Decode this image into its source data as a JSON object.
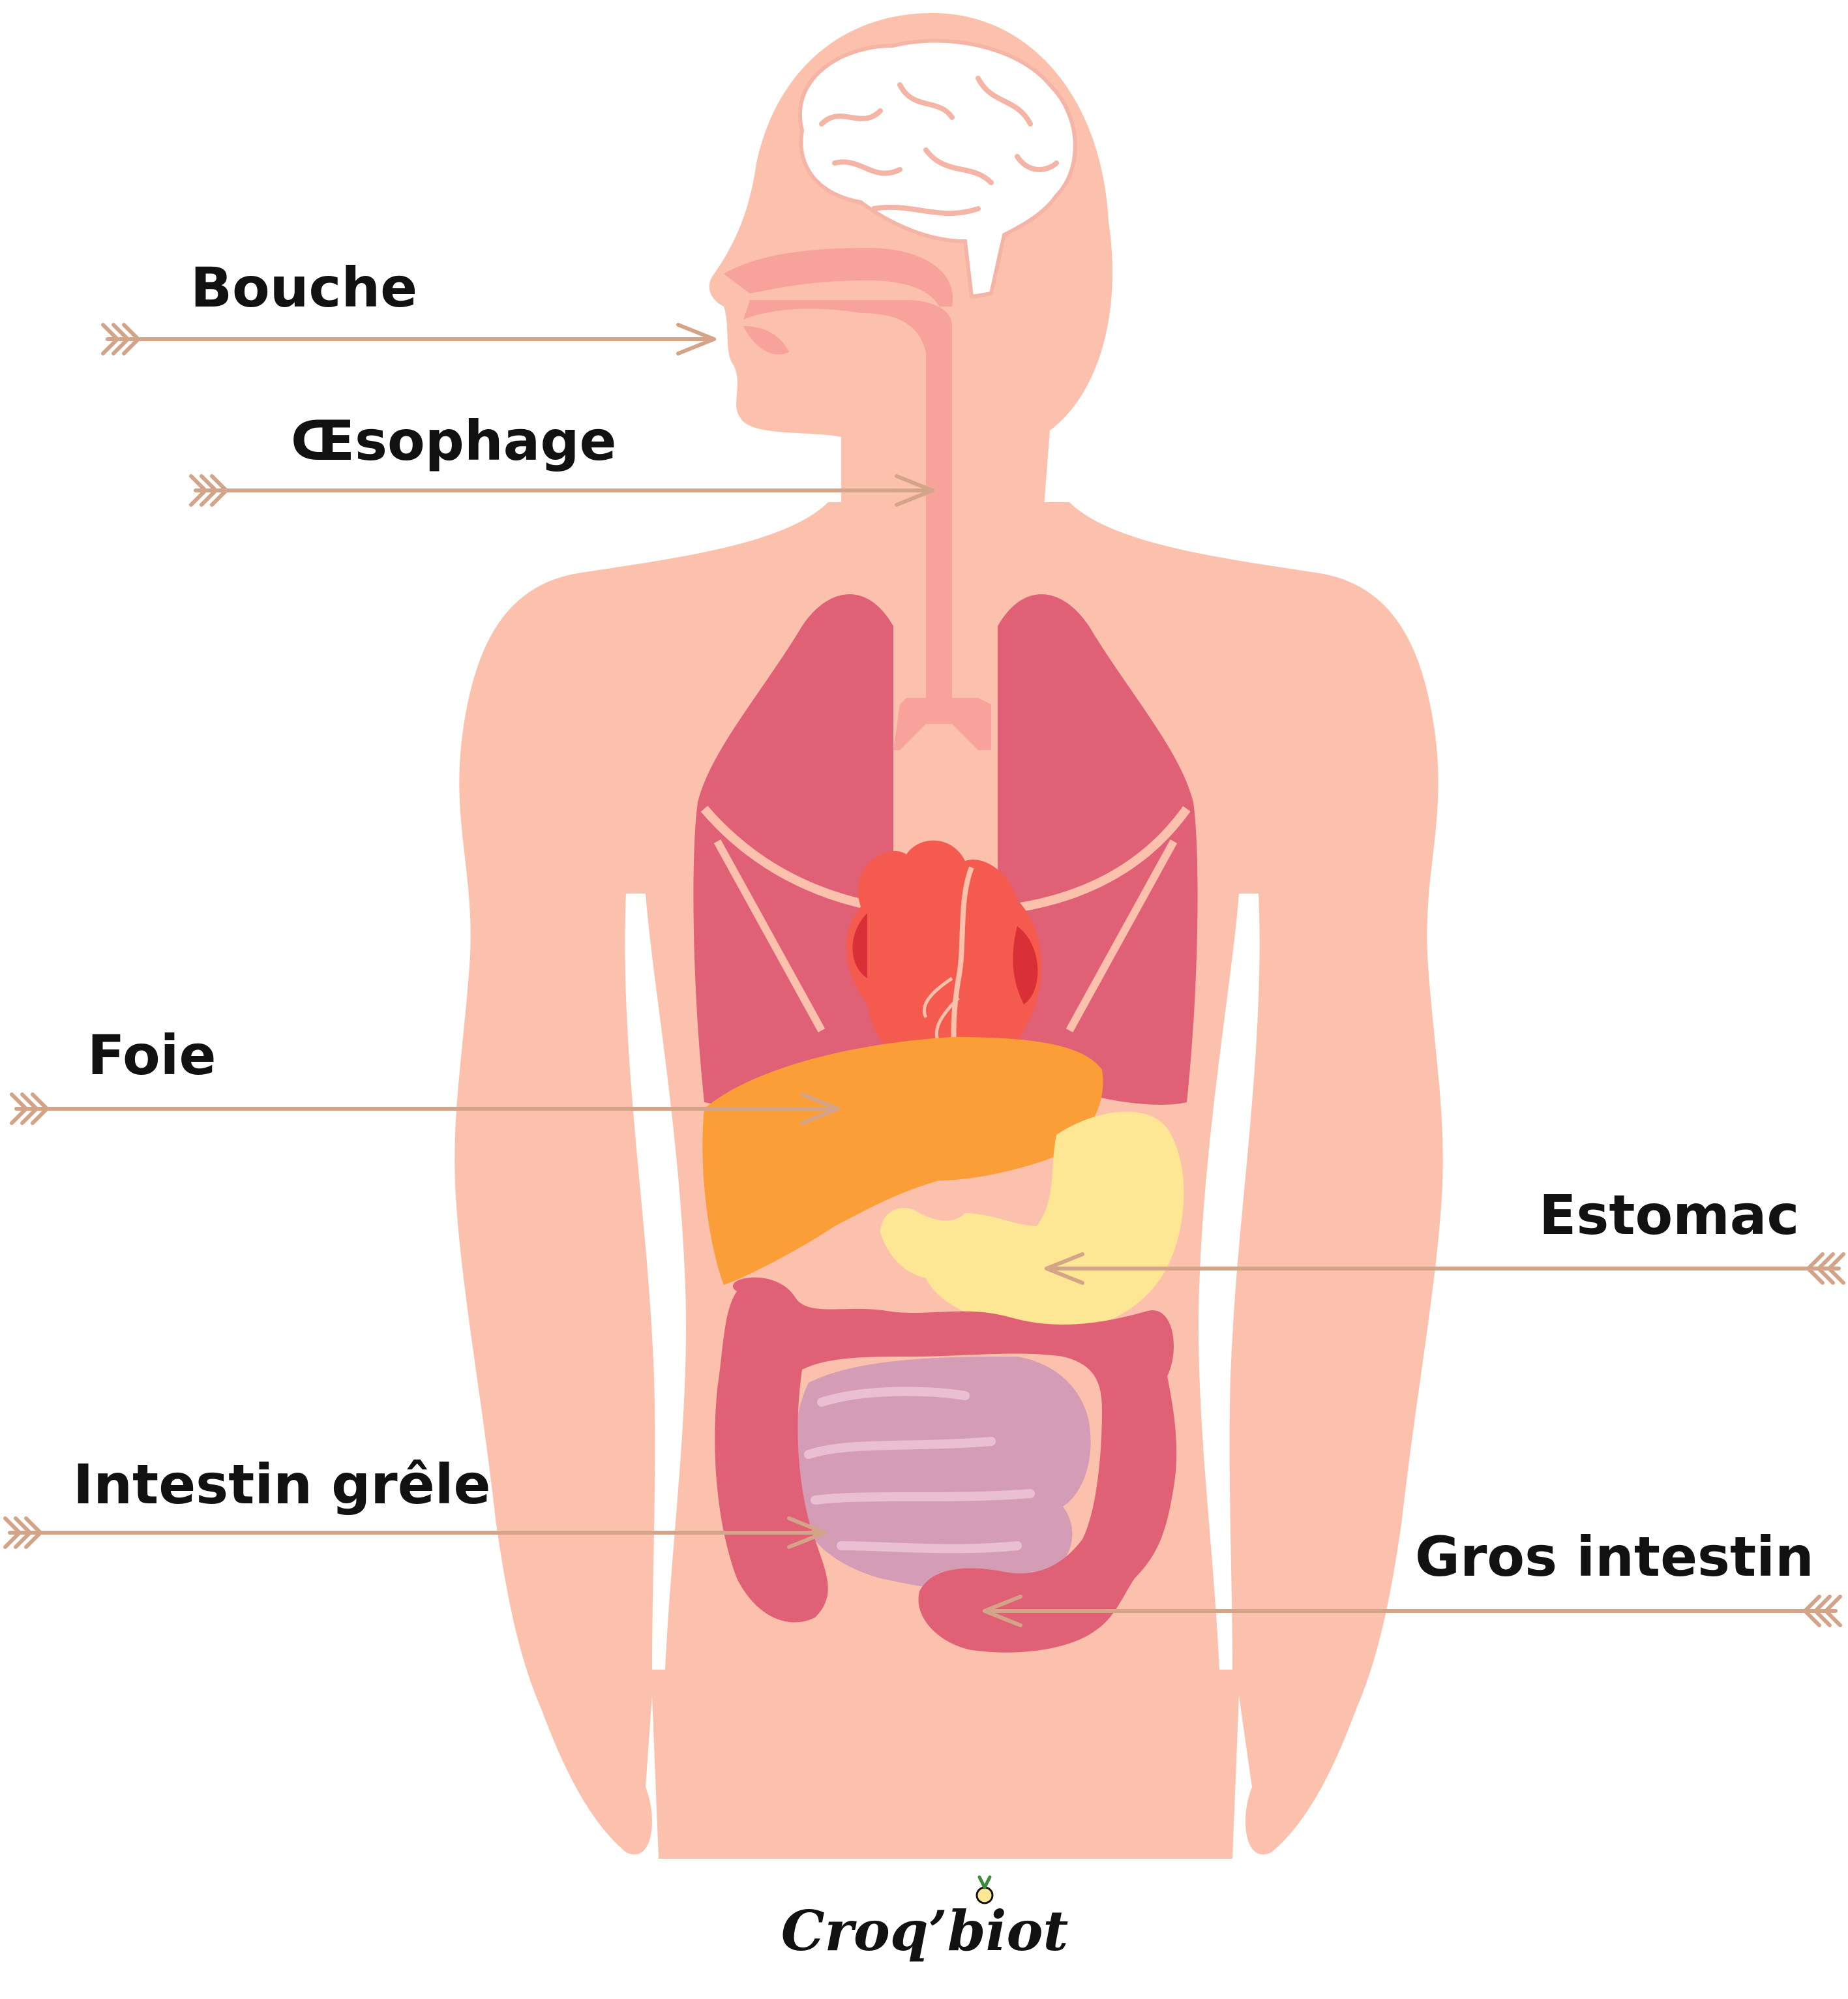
{
  "labels": {
    "mouth": "Bouche",
    "esophagus": "Œsophage",
    "liver": "Foie",
    "stomach": "Estomac",
    "small_intestine": "Intestin grêle",
    "large_intestine": "Gros intestin"
  },
  "logo": {
    "text": "Croq’biot"
  },
  "colors": {
    "skin": "#fcc1ad",
    "brain": "#ffffff",
    "brain_outline": "#f4b5a6",
    "airway": "#f8a29c",
    "lungs": "#e06076",
    "heart": "#f55a4e",
    "heart_dark": "#d92f36",
    "liver": "#fb9e37",
    "stomach": "#fde694",
    "small_intestine": "#d49cb5",
    "large_intestine": "#e06076",
    "arrow": "#d4a488",
    "text": "#111111"
  }
}
